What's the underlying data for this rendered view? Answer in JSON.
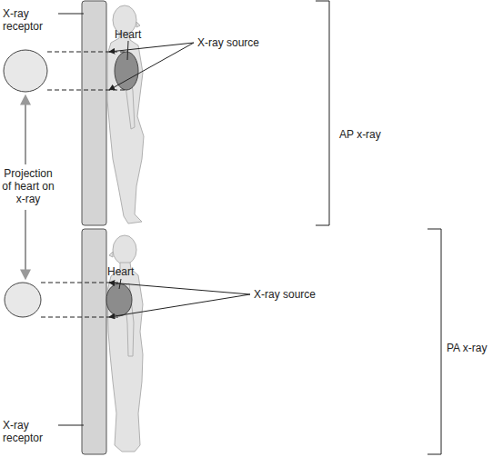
{
  "diagram": {
    "labels": [
      "X-ray receptor",
      "Heart",
      "X-ray source",
      "AP x-ray",
      "Projection of heart on x-ray",
      "Heart",
      "X-ray source",
      "PA x-ray",
      "X-ray receptor"
    ]
  }
}
